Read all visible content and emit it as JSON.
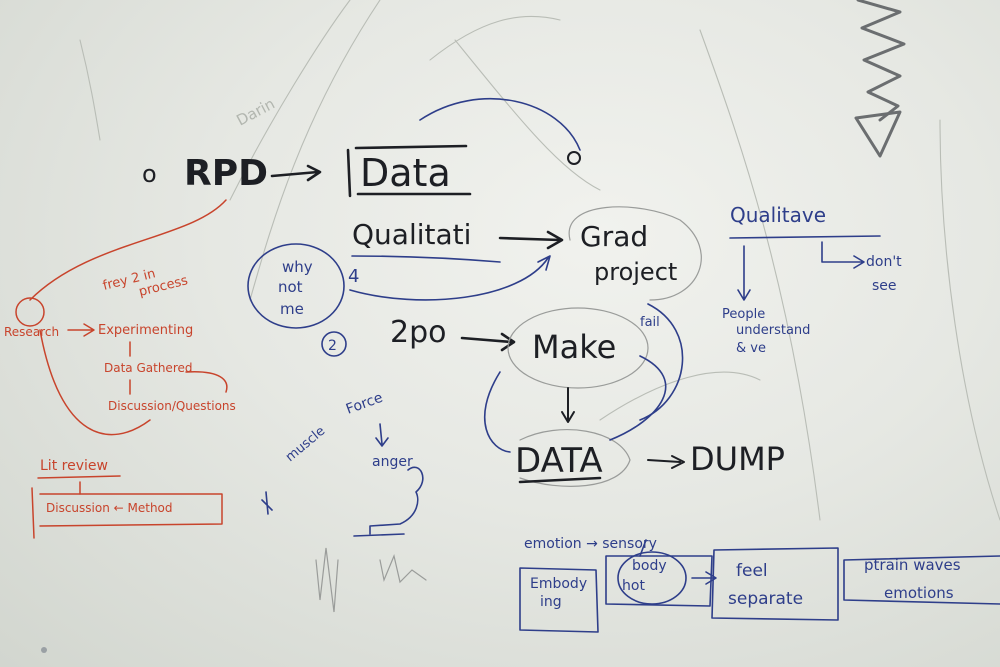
{
  "whiteboard": {
    "black": {
      "circle_mark": "o",
      "rpd": "RPD",
      "data": "Data",
      "qualitative": "Qualitati",
      "grade_project": [
        "Grad",
        "project"
      ],
      "two_po": "2po",
      "make": "Make",
      "data_caps": "DATA",
      "dump": "DUMP"
    },
    "blue": {
      "why_not_me": [
        "why",
        "not",
        "me"
      ],
      "four_mark": "4",
      "two_mark": "2",
      "fail": "fail",
      "qualitative_right": "Qualitave",
      "dont_see": [
        "don't",
        "see"
      ],
      "people_understand": [
        "People",
        "understand",
        "& ve"
      ],
      "muscle_force_anger": [
        "muscle",
        "Force",
        "anger"
      ],
      "emotion_sensory": "emotion → sensory",
      "embodying": [
        "Embody",
        "ing"
      ],
      "body_hot": [
        "body",
        "hot"
      ],
      "feel_separate": [
        "feel",
        "separate"
      ],
      "emotion_boxes": [
        "ptrain waves",
        "emotions"
      ]
    },
    "red": {
      "freeze_process": [
        "frey 2 in",
        "process"
      ],
      "research": "Research",
      "experimenting": "Experimenting",
      "data_gathered": "Data Gathered",
      "discussion_questions": "Discussion/Questions",
      "lit_review": "Lit review",
      "discussion_method": "Discussion ← Method"
    },
    "ghost": {
      "name": "Darin"
    }
  }
}
